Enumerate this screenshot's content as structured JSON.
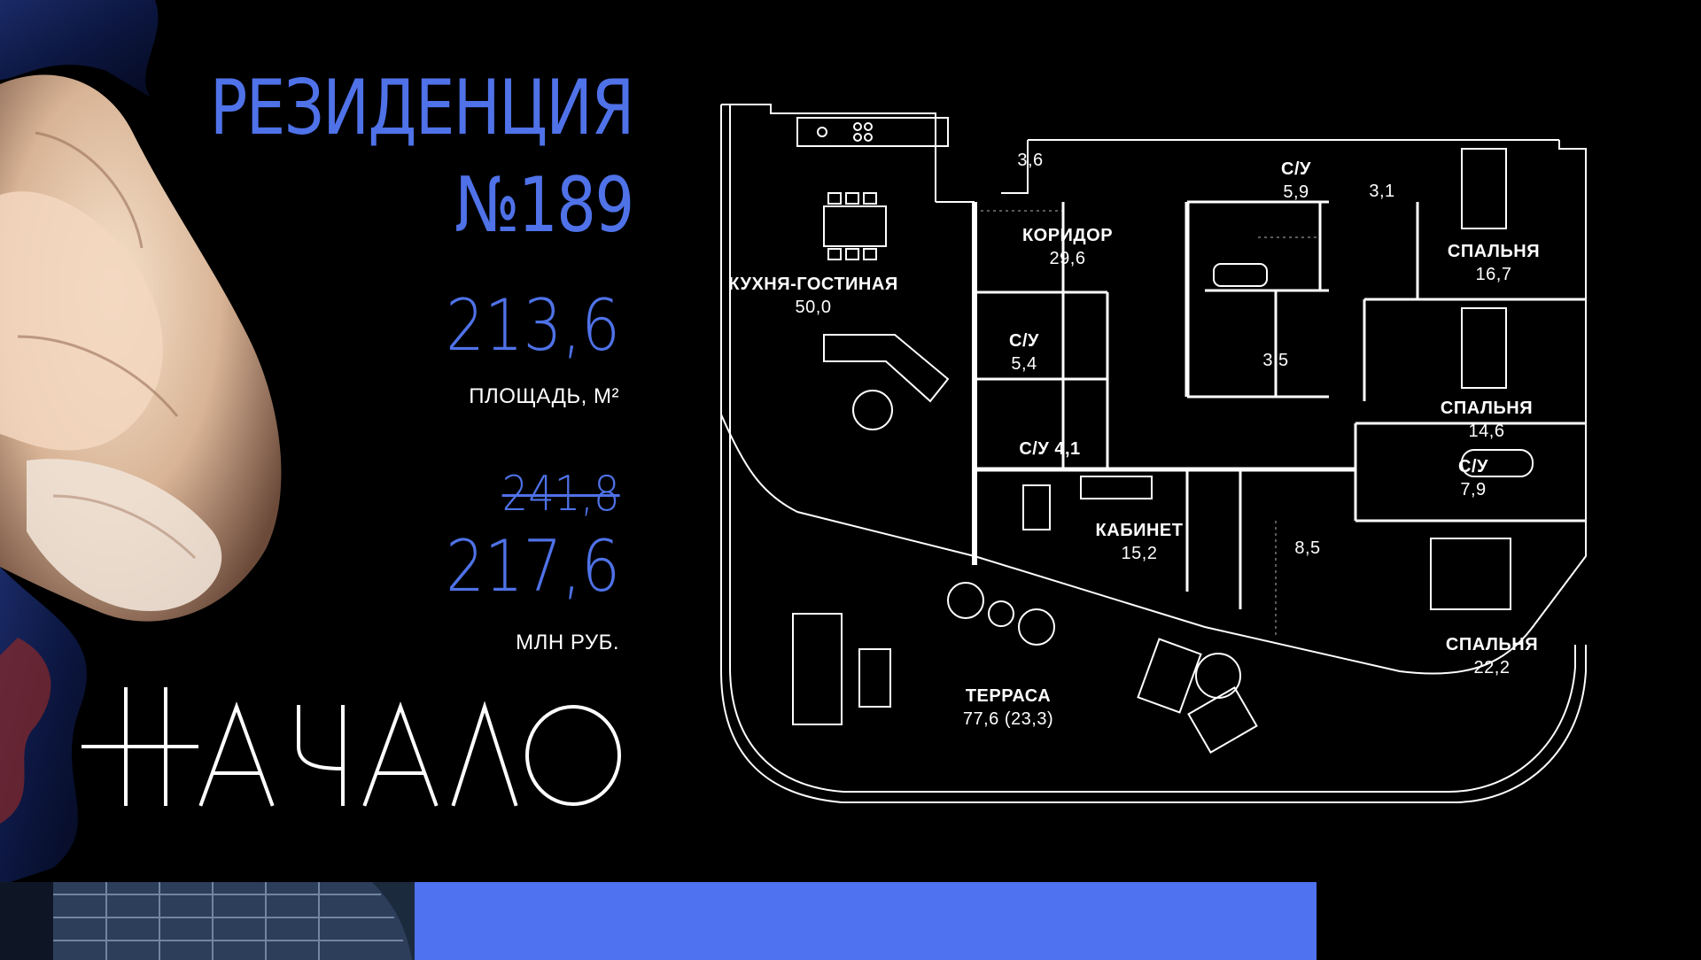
{
  "heading": {
    "line1": "РЕЗИДЕНЦИЯ",
    "line2": "№189"
  },
  "area": {
    "value": "213,6",
    "caption": "ПЛОЩАДЬ, М²"
  },
  "price": {
    "old": "241,8",
    "new": "217,6",
    "caption": "МЛН РУБ."
  },
  "brand": "НАЧАЛО",
  "colors": {
    "accent": "#4f72e8",
    "background": "#000000",
    "strip": "#4f72f0"
  },
  "rooms": [
    {
      "name": "КУХНЯ-ГОСТИНАЯ",
      "area": "50,0"
    },
    {
      "name": "КОРИДОР",
      "area": "29,6"
    },
    {
      "name": "",
      "area": "3,6"
    },
    {
      "name": "С/У",
      "area": "5,9"
    },
    {
      "name": "",
      "area": "3,1"
    },
    {
      "name": "СПАЛЬНЯ",
      "area": "16,7"
    },
    {
      "name": "С/У",
      "area": "5,4"
    },
    {
      "name": "",
      "area": "3,5"
    },
    {
      "name": "СПАЛЬНЯ",
      "area": "14,6"
    },
    {
      "name": "С/У 4,1",
      "area": ""
    },
    {
      "name": "С/У",
      "area": "7,9"
    },
    {
      "name": "КАБИНЕТ",
      "area": "15,2"
    },
    {
      "name": "",
      "area": "8,5"
    },
    {
      "name": "СПАЛЬНЯ",
      "area": "22,2"
    },
    {
      "name": "ТЕРРАСА",
      "area": "77,6 (23,3)"
    }
  ]
}
